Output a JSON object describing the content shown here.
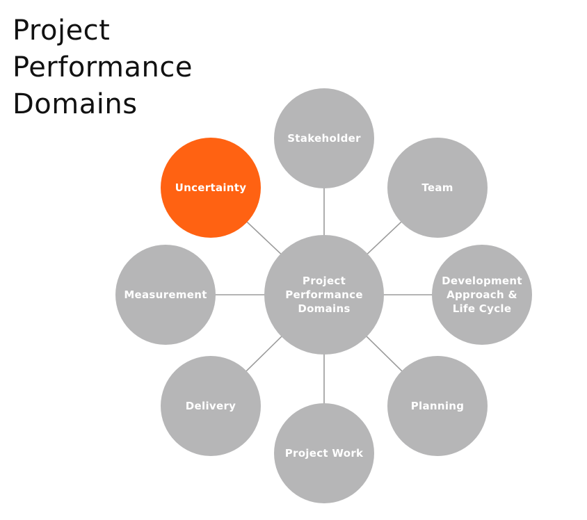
{
  "title": {
    "line1": "Project",
    "line2": "Performance",
    "line3": "Domains"
  },
  "center": {
    "lines": [
      "Project",
      "Performance",
      "Domains"
    ]
  },
  "nodes": [
    {
      "id": "stakeholder",
      "lines": [
        "Stakeholder"
      ],
      "highlight": false
    },
    {
      "id": "team",
      "lines": [
        "Team"
      ],
      "highlight": false
    },
    {
      "id": "development-approach",
      "lines": [
        "Development",
        "Approach &",
        "Life Cycle"
      ],
      "highlight": false
    },
    {
      "id": "planning",
      "lines": [
        "Planning"
      ],
      "highlight": false
    },
    {
      "id": "project-work",
      "lines": [
        "Project Work"
      ],
      "highlight": false
    },
    {
      "id": "delivery",
      "lines": [
        "Delivery"
      ],
      "highlight": false
    },
    {
      "id": "measurement",
      "lines": [
        "Measurement"
      ],
      "highlight": false
    },
    {
      "id": "uncertainty",
      "lines": [
        "Uncertainty"
      ],
      "highlight": true
    }
  ],
  "colors": {
    "node": "#b6b6b7",
    "highlight": "#ff6212",
    "connector": "#9a9a9a",
    "label": "#ffffff",
    "title": "#111111"
  }
}
